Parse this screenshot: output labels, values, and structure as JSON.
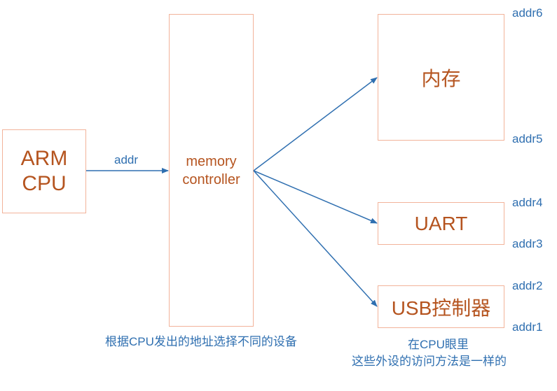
{
  "colors": {
    "box_border": "#f2b39a",
    "box_text": "#b5541f",
    "arrow_and_annotations": "#2f6fb0"
  },
  "nodes": {
    "cpu": {
      "line1": "ARM",
      "line2": "CPU"
    },
    "memctrl": {
      "line1": "memory",
      "line2": "controller"
    },
    "memory": {
      "label": "内存"
    },
    "uart": {
      "label": "UART"
    },
    "usb": {
      "label": "USB控制器"
    }
  },
  "edges": {
    "cpu_to_memctrl": {
      "label": "addr"
    }
  },
  "addresses": {
    "addr6": "addr6",
    "addr5": "addr5",
    "addr4": "addr4",
    "addr3": "addr3",
    "addr2": "addr2",
    "addr1": "addr1"
  },
  "captions": {
    "memctrl_caption": "根据CPU发出的地址选择不同的设备",
    "cpu_view_line1": "在CPU眼里",
    "cpu_view_line2": "这些外设的访问方法是一样的"
  }
}
